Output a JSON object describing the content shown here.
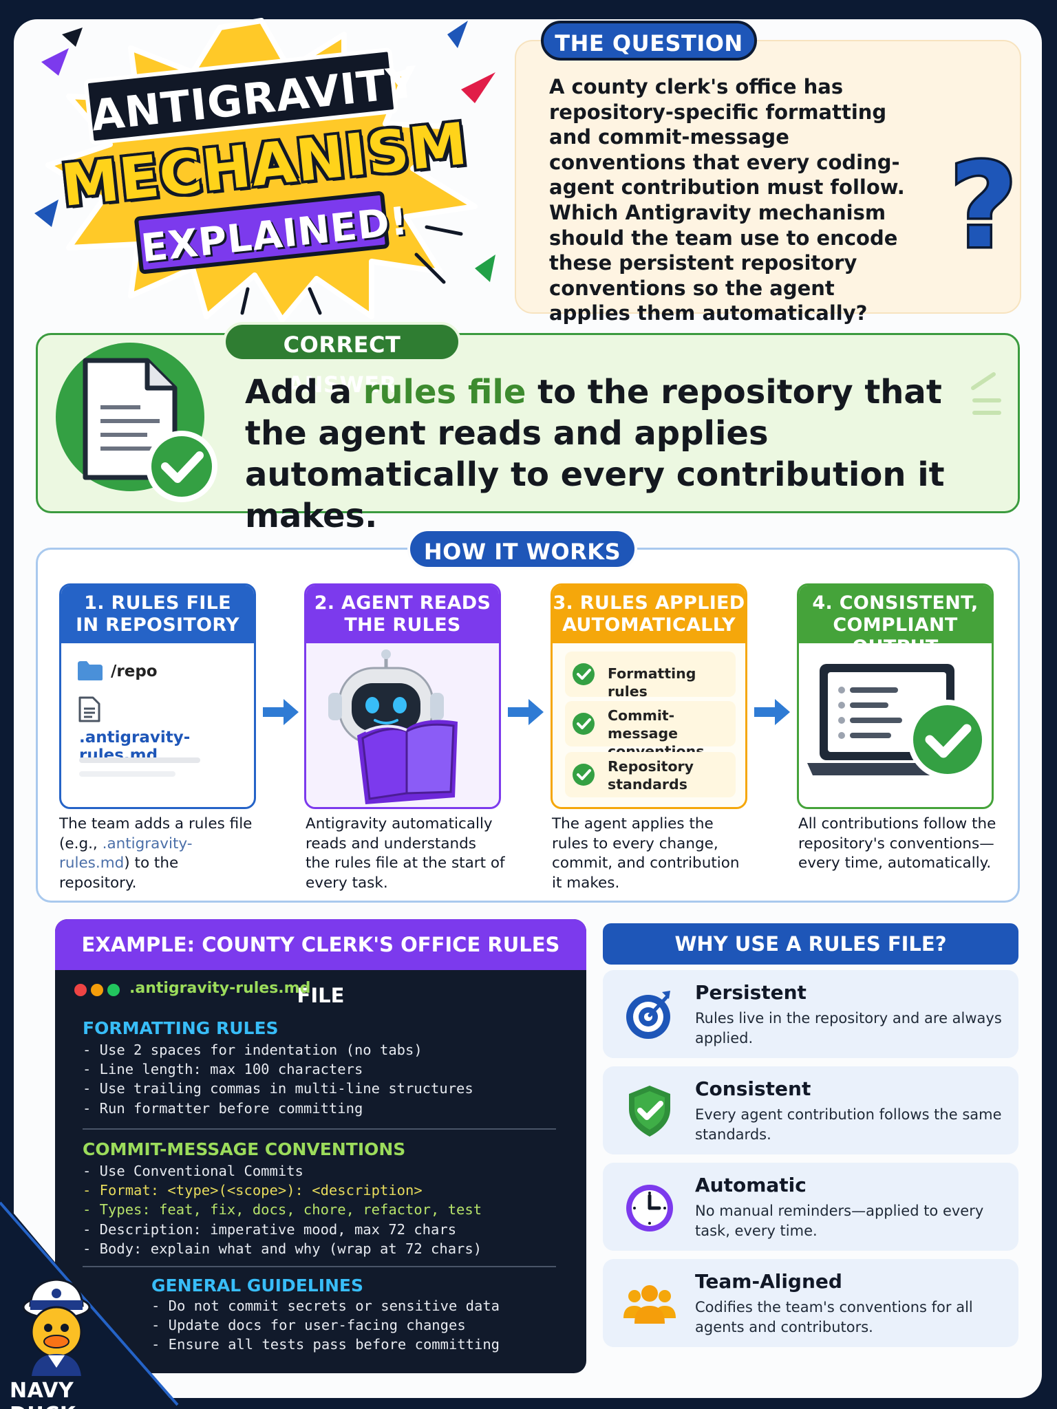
{
  "title": {
    "line1": "ANTIGRAVITY",
    "line2": "MECHANISM",
    "line3": "EXPLAINED!"
  },
  "question": {
    "label": "THE QUESTION",
    "text": "A county clerk's office has repository-specific formatting and commit-message conventions that every coding-agent contribution must follow. Which Antigravity mechanism should the team use to encode these persistent repository conventions so the agent applies them automatically?"
  },
  "answer": {
    "label": "CORRECT ANSWER",
    "text_before": "Add a ",
    "highlight": "rules file",
    "text_after": " to the repository that the agent reads and applies automatically to every contribution it makes."
  },
  "how": {
    "label": "HOW IT WORKS",
    "steps": [
      {
        "title_line1": "1. RULES FILE",
        "title_line2": "IN REPOSITORY",
        "folder": "/repo",
        "file": ".antigravity-rules.md",
        "desc_part1": "The team adds a rules file (e.g., ",
        "desc_file": ".antigravity-rules.md",
        "desc_part2": ") to the repository."
      },
      {
        "title_line1": "2. AGENT READS",
        "title_line2": "THE RULES",
        "desc": "Antigravity automatically reads and understands the rules file at the start of every task."
      },
      {
        "title_line1": "3. RULES APPLIED",
        "title_line2": "AUTOMATICALLY",
        "checks": [
          "Formatting rules",
          "Commit-message conventions",
          "Repository standards"
        ],
        "desc": "The agent applies the rules to every change, commit, and contribution it makes."
      },
      {
        "title_line1": "4. CONSISTENT,",
        "title_line2": "COMPLIANT OUTPUT",
        "desc": "All contributions follow the repository's conventions—every time, automatically."
      }
    ]
  },
  "example": {
    "title": "EXAMPLE: COUNTY CLERK'S OFFICE RULES FILE",
    "filename": ".antigravity-rules.md",
    "sections": [
      {
        "title": "FORMATTING RULES",
        "lines": [
          "- Use 2 spaces for indentation (no tabs)",
          "- Line length: max 100 characters",
          "- Use trailing commas in multi-line structures",
          "- Run formatter before committing"
        ]
      },
      {
        "title": "COMMIT-MESSAGE CONVENTIONS",
        "lines": [
          "- Use Conventional Commits",
          "- Format: <type>(<scope>): <description>",
          "- Types: feat, fix, docs, chore, refactor, test",
          "- Description: imperative mood, max 72 chars",
          "- Body: explain what and why (wrap at 72 chars)"
        ]
      },
      {
        "title": "GENERAL GUIDELINES",
        "lines": [
          "- Do not commit secrets or sensitive data",
          "- Update docs for user-facing changes",
          "- Ensure all tests pass before committing"
        ]
      }
    ]
  },
  "why": {
    "title": "WHY USE A RULES FILE?",
    "items": [
      {
        "title": "Persistent",
        "desc": "Rules live in the repository and are always applied.",
        "icon": "target-icon"
      },
      {
        "title": "Consistent",
        "desc": "Every agent contribution follows the same standards.",
        "icon": "shield-check-icon"
      },
      {
        "title": "Automatic",
        "desc": "No manual reminders—applied to every task, every time.",
        "icon": "clock-icon"
      },
      {
        "title": "Team-Aligned",
        "desc": "Codifies the team's conventions for all agents and contributors.",
        "icon": "team-icon"
      }
    ]
  },
  "brand": {
    "name": "NAVY DUCK"
  },
  "colors": {
    "navy": "#0c1a33",
    "blue": "#1e56b8",
    "green": "#3b9b3f",
    "purple": "#7c3aed",
    "orange": "#f5a70b",
    "yellow": "#ffd31a"
  }
}
